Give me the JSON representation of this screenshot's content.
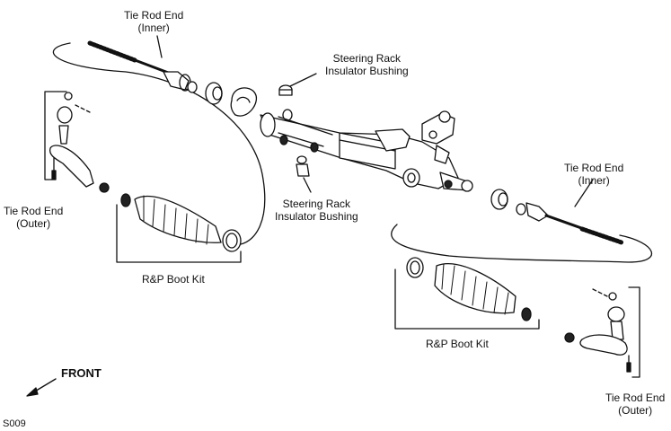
{
  "labels": {
    "tre_inner_top": {
      "line1": "Tie Rod End",
      "line2": "(Inner)"
    },
    "steering_bushing_top": {
      "line1": "Steering Rack",
      "line2": "Insulator Bushing"
    },
    "tre_outer_left": {
      "line1": "Tie Rod End",
      "line2": "(Outer)"
    },
    "steering_bushing_bottom": {
      "line1": "Steering Rack",
      "line2": "Insulator Bushing"
    },
    "tre_inner_right": {
      "line1": "Tie Rod End",
      "line2": "(Inner)"
    },
    "boot_kit_left": "R&P Boot Kit",
    "boot_kit_right": "R&P Boot Kit",
    "tre_outer_right": {
      "line1": "Tie Rod End",
      "line2": "(Outer)"
    }
  },
  "front_label": "FRONT",
  "figure_code": "S009",
  "colors": {
    "ink": "#111111",
    "paper": "#ffffff",
    "shade": "#cccccc"
  }
}
